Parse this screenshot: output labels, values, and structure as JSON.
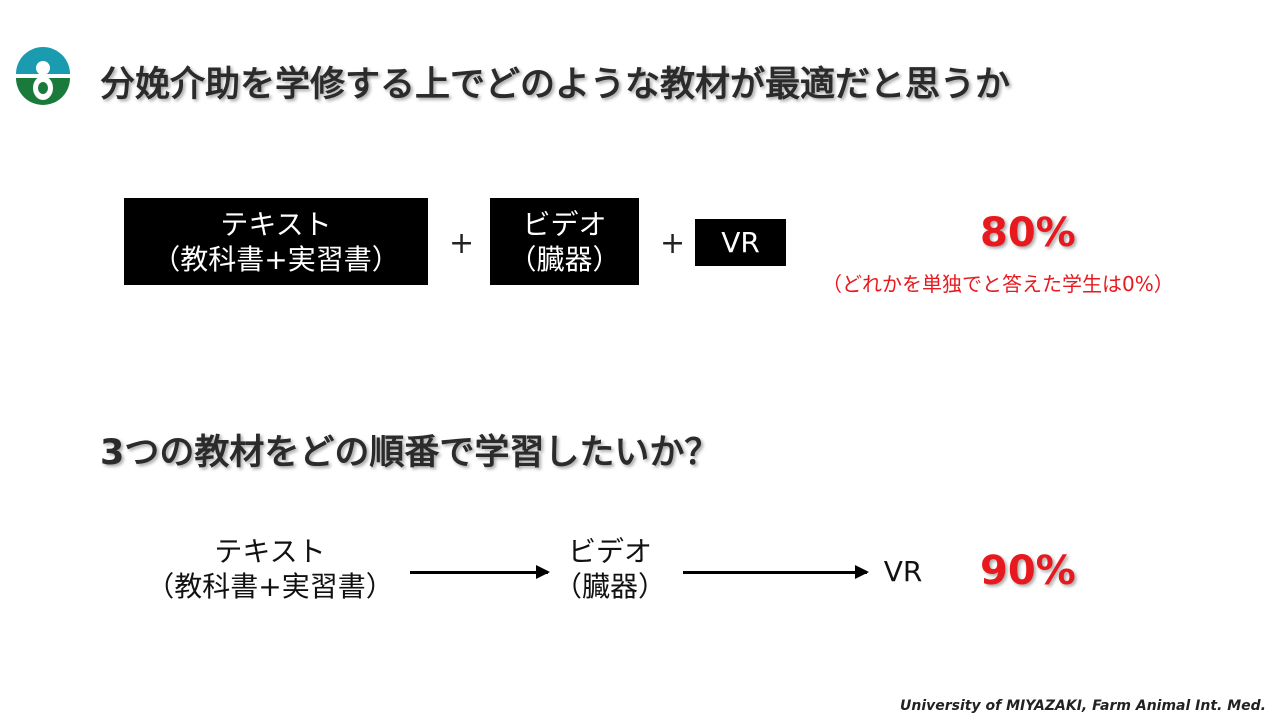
{
  "title": "分娩介助を学修する上でどのような教材が最適だと思うか",
  "options": {
    "text_line1": "テキスト",
    "text_line2": "（教科書+実習書）",
    "video_line1": "ビデオ",
    "video_line2": "（臓器）",
    "vr": "VR",
    "plus": "+"
  },
  "result1": {
    "percent": "80%",
    "note": "（どれかを単独でと答えた学生は0%）"
  },
  "subtitle": "3つの教材をどの順番で学習したいか？",
  "sequence": {
    "step1_line1": "テキスト",
    "step1_line2": "（教科書+実習書）",
    "step2_line1": "ビデオ",
    "step2_line2": "（臓器）",
    "step3": "VR"
  },
  "result2": {
    "percent": "90%"
  },
  "footer": "University of MIYAZAKI, Farm Animal Int. Med.",
  "colors": {
    "accent": "#e8191e",
    "logo_teal": "#1a9bb0",
    "logo_green": "#1a7a3c"
  }
}
